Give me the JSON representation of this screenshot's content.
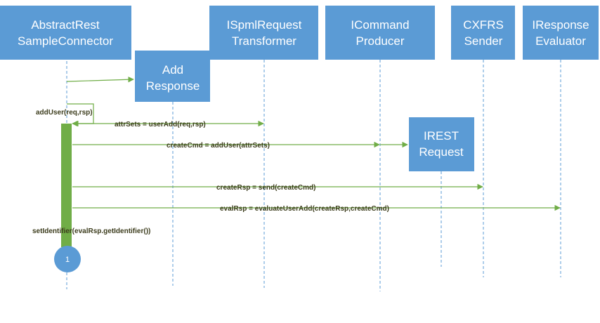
{
  "colors": {
    "box_fill": "#5b9bd5",
    "box_text": "#ffffff",
    "lifeline": "#5b9bd5",
    "message_arrow": "#70ad47",
    "activation": "#70ad47",
    "message_text": "#3c3c1c"
  },
  "participants": {
    "abstract_rest": [
      "AbstractRest",
      "SampleConnector"
    ],
    "add_response": [
      "Add",
      "Response"
    ],
    "ispml_transformer": [
      "ISpmlRequest",
      "Transformer"
    ],
    "icommand_producer": [
      "ICommand",
      "Producer"
    ],
    "cxfrs_sender": [
      "CXFRS",
      "Sender"
    ],
    "iresponse_evaluator": [
      "IResponse",
      "Evaluator"
    ],
    "irest_request": [
      "IREST",
      "Request"
    ]
  },
  "messages": {
    "add_user": "addUser(req,rsp)",
    "attr_sets": "attrSets = userAdd(req,rsp)",
    "create_cmd": "createCmd = addUser(attrSets)",
    "create_rsp": "createRsp = send(createCmd)",
    "eval_rsp": "evalRsp = evaluateUserAdd(createRsp,createCmd)",
    "set_identifier": "setIdentifier(evalRsp.getIdentifier())"
  },
  "marker": {
    "label": "1"
  }
}
